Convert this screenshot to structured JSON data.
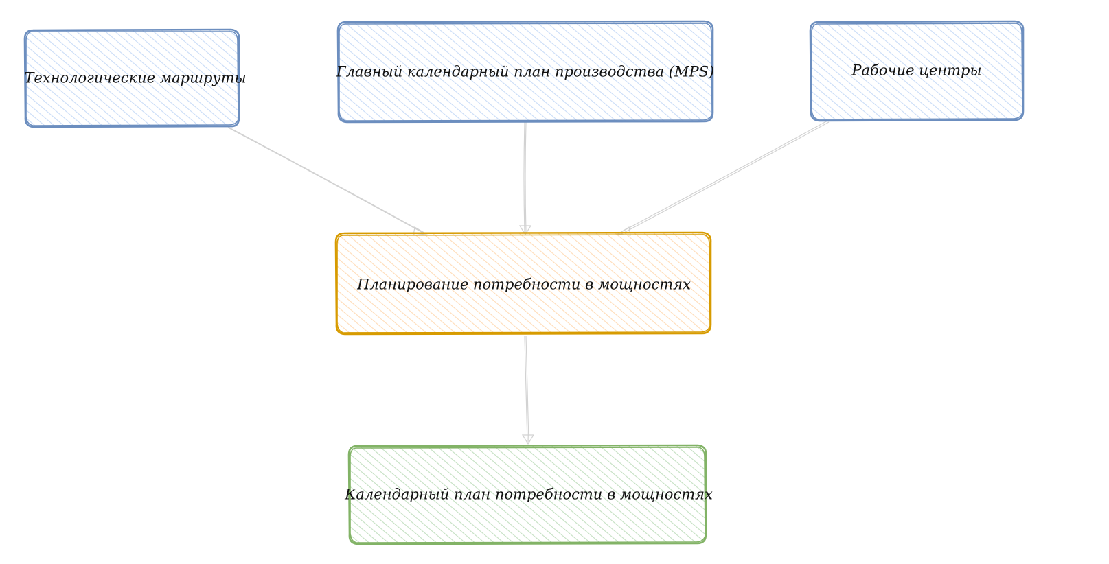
{
  "colors": {
    "blue_stroke": "#6c8ebf",
    "blue_fill": "#dae8fc",
    "orange_stroke": "#d79b00",
    "orange_fill": "#ffe6cc",
    "green_stroke": "#82b366",
    "green_fill": "#d5e8d4",
    "edge": "#d2d2d2"
  },
  "nodes": {
    "routes": {
      "label": "Технологические маршруты"
    },
    "mps": {
      "label": "Главный календарный план производства (MPS)"
    },
    "work_centers": {
      "label": "Рабочие центры"
    },
    "crp": {
      "label": "Планирование потребности в мощностях"
    },
    "capacity_schedule": {
      "label": "Календарный план потребности в мощностях"
    }
  },
  "edges": [
    {
      "from": "Технологические маршруты",
      "to": "Планирование потребности в мощностях"
    },
    {
      "from": "Главный календарный план производства (MPS)",
      "to": "Планирование потребности в мощностях"
    },
    {
      "from": "Рабочие центры",
      "to": "Планирование потребности в мощностях"
    },
    {
      "from": "Планирование потребности в мощностях",
      "to": "Календарный план потребности в мощностях"
    }
  ]
}
